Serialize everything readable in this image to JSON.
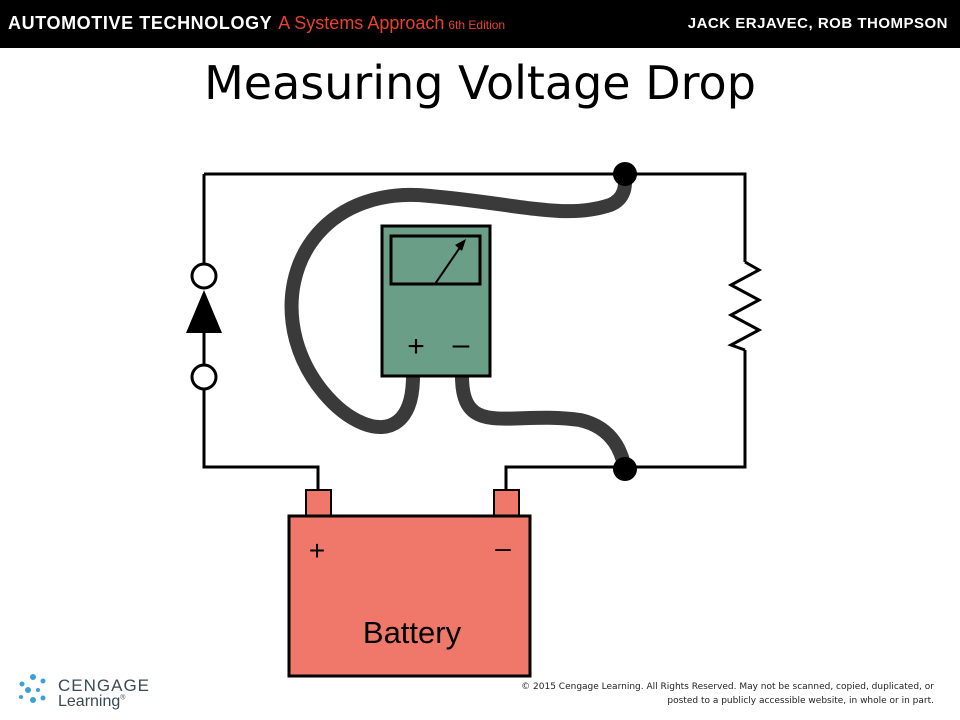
{
  "header": {
    "book_title": "AUTOMOTIVE TECHNOLOGY",
    "subtitle": "A Systems Approach",
    "edition": "6th Edition",
    "authors": "JACK ERJAVEC, ROB THOMPSON"
  },
  "slide": {
    "title": "Measuring Voltage Drop"
  },
  "diagram": {
    "meter_plus": "+",
    "meter_minus": "–",
    "battery_plus": "+",
    "battery_minus": "–",
    "battery_label": "Battery",
    "colors": {
      "meter": "#6b9e87",
      "battery": "#f0786a",
      "leads": "#3a3a3a",
      "wire": "#000000"
    }
  },
  "footer": {
    "brand_line1": "CENGAGE",
    "brand_line2": "Learning",
    "brand_mark": "®",
    "copyright": "© 2015 Cengage Learning. All Rights Reserved. May not be scanned, copied, duplicated, or posted to a publicly accessible website, in whole or in part."
  }
}
